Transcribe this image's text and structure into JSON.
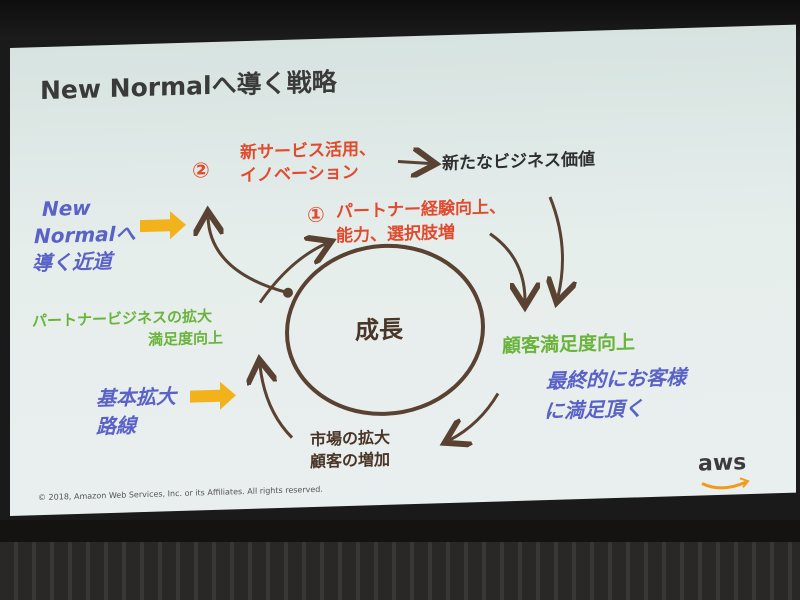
{
  "slide": {
    "title": "New Normalへ導く戦略",
    "step2_number": "②",
    "step2_line1": "新サービス活用、",
    "step2_line2": "イノベーション",
    "new_value": "新たなビジネス価値",
    "step1_number": "①",
    "step1_line1": "パートナー経験向上、",
    "step1_line2": "能力、選択肢増",
    "left_top_line1": "New",
    "left_top_line2": "Normalへ",
    "left_top_line3": "導く近道",
    "partner_line1": "パートナービジネスの拡大",
    "partner_line2": "満足度向上",
    "center": "成長",
    "customer_satisfaction": "顧客満足度向上",
    "final_line1": "最終的にお客様",
    "final_line2": "に満足頂く",
    "base_line1": "基本拡大",
    "base_line2": "路線",
    "market_line1": "市場の拡大",
    "market_line2": "顧客の増加",
    "copyright": "© 2018, Amazon Web Services, Inc. or its Affiliates. All rights reserved.",
    "logo": "aws"
  },
  "colors": {
    "red": "#e24a2e",
    "green": "#6ab43c",
    "blue": "#5a62c8",
    "brown": "#5a4232",
    "arrow_yellow": "#f2b21b"
  }
}
